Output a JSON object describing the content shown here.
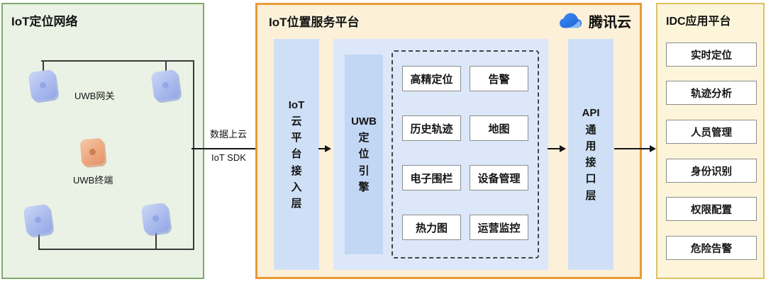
{
  "left_panel": {
    "title": "IoT定位网络",
    "gateway_label": "UWB网关",
    "terminal_label": "UWB终端"
  },
  "flow": {
    "arrow1_label_top": "数据上云",
    "arrow1_label_bottom": "IoT SDK"
  },
  "center_panel": {
    "title": "IoT位置服务平台",
    "brand": "腾讯云",
    "access_layer": "IoT\n云\n平\n台\n接\n入\n层",
    "engine": "UWB\n定\n位\n引\n擎",
    "api_layer": "API\n通\n用\n接\n口\n层",
    "features": [
      "高精定位",
      "告警",
      "历史轨迹",
      "地图",
      "电子围栏",
      "设备管理",
      "热力图",
      "运营监控"
    ]
  },
  "right_panel": {
    "title": "IDC应用平台",
    "apps": [
      "实时定位",
      "轨迹分析",
      "人员管理",
      "身份识别",
      "权限配置",
      "危险告警"
    ]
  },
  "colors": {
    "network_panel_border": "#7dab6a",
    "network_panel_bg": "#eaf2e5",
    "platform_panel_border": "#e89b35",
    "platform_panel_bg": "#fcf0d8",
    "layer_bar_bg": "#cfe0f6",
    "engine_bg": "#c2d7f4",
    "container_bg": "#dce8f9",
    "idc_panel_border": "#ddc163",
    "idc_panel_bg": "#fdf5da",
    "tencent_blue": "#2b7de1",
    "gateway_icon": "#aabbee",
    "terminal_icon": "#eda57c"
  }
}
